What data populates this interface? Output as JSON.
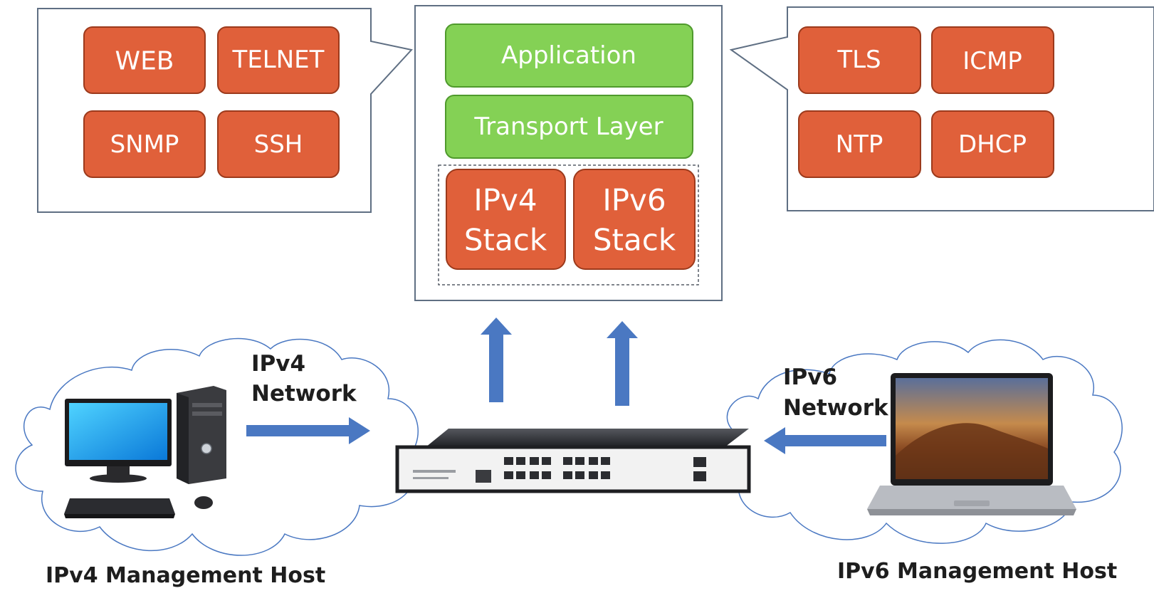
{
  "colors": {
    "protocol_box": "#e0603a",
    "protocol_box_border": "#9c3a1c",
    "layer_box": "#84d155",
    "layer_box_border": "#4f9a2c",
    "arrow": "#4a78c2",
    "panel_border": "#5f6f83"
  },
  "left_panel": {
    "protocols": [
      "WEB",
      "TELNET",
      "SNMP",
      "SSH"
    ]
  },
  "right_panel": {
    "protocols": [
      "TLS",
      "ICMP",
      "NTP",
      "DHCP"
    ]
  },
  "stack_panel": {
    "application": "Application",
    "transport": "Transport Layer",
    "ipv4_line1": "IPv4",
    "ipv4_line2": "Stack",
    "ipv6_line1": "IPv6",
    "ipv6_line2": "Stack"
  },
  "networks": {
    "ipv4_line1": "IPv4",
    "ipv4_line2": "Network",
    "ipv6_line1": "IPv6",
    "ipv6_line2": "Network"
  },
  "hosts": {
    "ipv4": "IPv4 Management Host",
    "ipv6": "IPv6 Management Host"
  },
  "icons": {
    "ipv4_host": "desktop-computer-icon",
    "ipv6_host": "laptop-icon",
    "switch": "network-switch-icon"
  }
}
